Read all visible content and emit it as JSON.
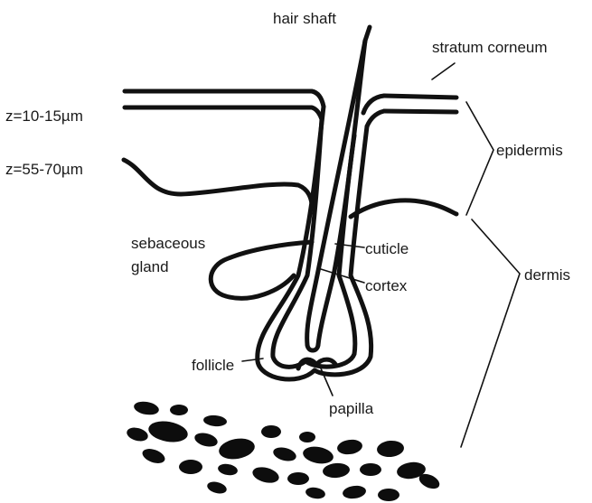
{
  "labels": {
    "hair_shaft": "hair shaft",
    "stratum_corneum": "stratum corneum",
    "depth_top": "z=10-15µm",
    "depth_bottom": "z=55-70µm",
    "epidermis": "epidermis",
    "dermis": "dermis",
    "sebaceous_line1": "sebaceous",
    "sebaceous_line2": "gland",
    "cuticle": "cuticle",
    "cortex": "cortex",
    "follicle": "follicle",
    "papilla": "papilla"
  }
}
